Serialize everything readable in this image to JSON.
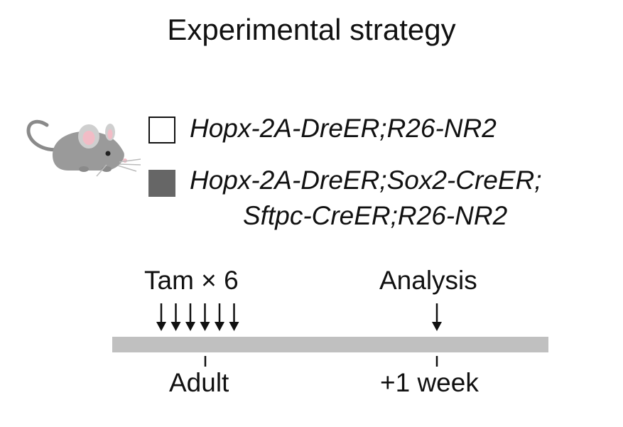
{
  "title": "Experimental strategy",
  "icons": {
    "mouse": "mouse-icon"
  },
  "legend": [
    {
      "swatch_color": "#ffffff",
      "border_color": "#111111",
      "lines": [
        "Hopx-2A-DreER;R26-NR2"
      ]
    },
    {
      "swatch_color": "#666666",
      "lines": [
        "Hopx-2A-DreER;Sox2-CreER;",
        "Sftpc-CreER;R26-NR2"
      ]
    }
  ],
  "timeline": {
    "bar_color": "#c0c0c0",
    "treatment": {
      "label": "Tam × 6",
      "count": 6
    },
    "analysis": {
      "label": "Analysis"
    },
    "ticks": [
      "Adult",
      "+1 week"
    ]
  }
}
